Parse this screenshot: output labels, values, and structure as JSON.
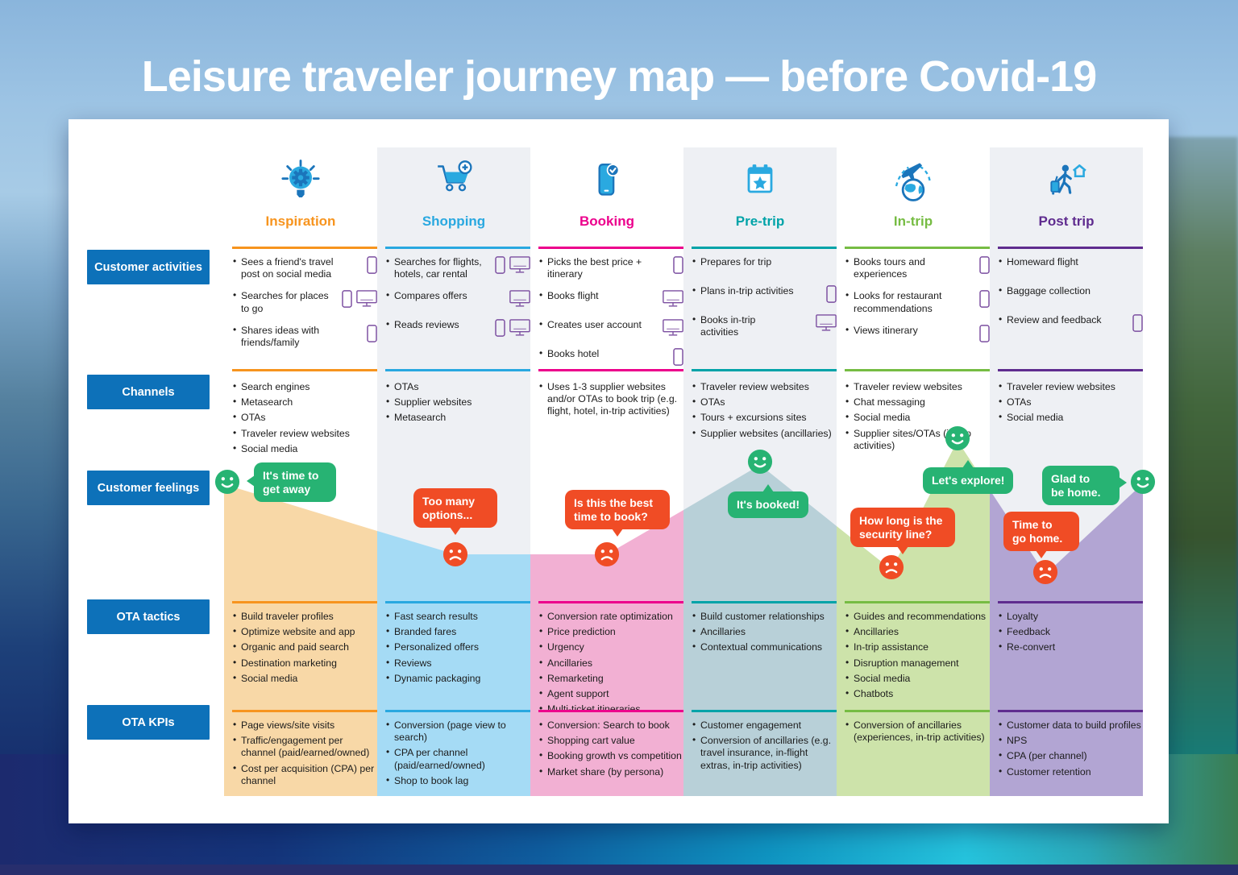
{
  "title": "Leisure traveler journey map — before Covid-19",
  "row_labels": {
    "activities": "Customer activities",
    "channels": "Channels",
    "feelings": "Customer feelings",
    "tactics": "OTA tactics",
    "kpis": "OTA KPIs"
  },
  "colors": {
    "label_bg": "#0d71b9",
    "happy": "#27b373",
    "sad": "#f04c25",
    "device_icon": "#7b4ea0",
    "column_alt_bg": "#eef0f4",
    "icon_dark_blue": "#1b75bb",
    "icon_light_blue": "#2aa9e0"
  },
  "stages": [
    {
      "name": "Inspiration",
      "icon": "lightbulb-gear-icon",
      "colors": {
        "accent": "#f7941e",
        "band": "#f8d8a7"
      },
      "activities": [
        {
          "text": "Sees a friend's travel post on social media",
          "devices": [
            "phone"
          ]
        },
        {
          "text": "Searches for places to go",
          "devices": [
            "phone",
            "desktop"
          ]
        },
        {
          "text": "Shares ideas with friends/family",
          "devices": [
            "phone"
          ]
        }
      ],
      "channels": [
        "Search engines",
        "Metasearch",
        "OTAs",
        "Traveler review websites",
        "Social media"
      ],
      "tactics": [
        "Build traveler profiles",
        "Optimize website and app",
        "Organic and paid search",
        "Destination marketing",
        "Social media"
      ],
      "kpis": [
        "Page views/site visits",
        "Traffic/engagement per channel (paid/earned/owned)",
        "Cost per acquisition (CPA) per channel"
      ]
    },
    {
      "name": "Shopping",
      "icon": "shopping-cart-icon",
      "colors": {
        "accent": "#29a8e0",
        "band": "#a5dbf5"
      },
      "activities": [
        {
          "text": "Searches for flights, hotels, car rental",
          "devices": [
            "phone",
            "desktop"
          ]
        },
        {
          "text": "Compares offers",
          "devices": [
            "desktop"
          ]
        },
        {
          "text": "Reads reviews",
          "devices": [
            "phone",
            "desktop"
          ]
        }
      ],
      "channels": [
        "OTAs",
        "Supplier websites",
        "Metasearch"
      ],
      "tactics": [
        "Fast search results",
        "Branded fares",
        "Personalized offers",
        "Reviews",
        "Dynamic packaging"
      ],
      "kpis": [
        "Conversion (page view to search)",
        "CPA per channel (paid/earned/owned)",
        "Shop to book lag"
      ]
    },
    {
      "name": "Booking",
      "icon": "phone-check-icon",
      "colors": {
        "accent": "#ec008c",
        "band": "#f2b0d3"
      },
      "activities": [
        {
          "text": "Picks the best price + itinerary",
          "devices": [
            "phone"
          ]
        },
        {
          "text": "Books flight",
          "devices": [
            "desktop"
          ]
        },
        {
          "text": "Creates user account",
          "devices": [
            "desktop"
          ]
        },
        {
          "text": "Books hotel",
          "devices": [
            "phone"
          ]
        }
      ],
      "channels": [
        "Uses 1-3 supplier websites and/or OTAs to book trip (e.g. flight, hotel, in-trip activities)"
      ],
      "tactics": [
        "Conversion rate optimization",
        "Price prediction",
        "Urgency",
        "Ancillaries",
        "Remarketing",
        "Agent support",
        "Multi-ticket itineraries"
      ],
      "kpis": [
        "Conversion: Search to book",
        "Shopping cart value",
        "Booking growth vs competition",
        "Market share (by persona)"
      ]
    },
    {
      "name": "Pre-trip",
      "icon": "calendar-star-icon",
      "colors": {
        "accent": "#00a3a8",
        "band": "#b8d0d8"
      },
      "activities": [
        {
          "text": "Prepares for trip",
          "devices": []
        },
        {
          "text": "Plans in-trip activities",
          "devices": [
            "phone"
          ]
        },
        {
          "text": "Books in-trip activities",
          "devices": [
            "desktop"
          ]
        }
      ],
      "channels": [
        "Traveler review websites",
        "OTAs",
        "Tours + excursions sites",
        "Supplier websites (ancillaries)"
      ],
      "tactics": [
        "Build customer relationships",
        "Ancillaries",
        "Contextual communications"
      ],
      "kpis": [
        "Customer engagement",
        "Conversion of ancillaries (e.g. travel insurance, in-flight extras, in-trip activities)"
      ]
    },
    {
      "name": "In-trip",
      "icon": "plane-globe-icon",
      "colors": {
        "accent": "#76bc43",
        "band": "#cde3aa"
      },
      "activities": [
        {
          "text": "Books tours and experiences",
          "devices": [
            "phone"
          ]
        },
        {
          "text": "Looks for restaurant recommendations",
          "devices": [
            "phone"
          ]
        },
        {
          "text": "Views itinerary",
          "devices": [
            "phone"
          ]
        }
      ],
      "channels": [
        "Traveler review websites",
        "Chat messaging",
        "Social media",
        "Supplier sites/OTAs (in-trip activities)"
      ],
      "tactics": [
        "Guides and recommendations",
        "Ancillaries",
        "In-trip assistance",
        "Disruption management",
        "Social media",
        "Chatbots"
      ],
      "kpis": [
        "Conversion of ancillaries (experiences, in-trip activities)"
      ]
    },
    {
      "name": "Post trip",
      "icon": "traveler-home-icon",
      "colors": {
        "accent": "#5f2c8f",
        "band": "#b2a5d3"
      },
      "activities": [
        {
          "text": "Homeward flight",
          "devices": []
        },
        {
          "text": "Baggage collection",
          "devices": []
        },
        {
          "text": "Review and feedback",
          "devices": [
            "phone"
          ]
        }
      ],
      "channels": [
        "Traveler review websites",
        "OTAs",
        "Social media"
      ],
      "tactics": [
        "Loyalty",
        "Feedback",
        "Re-convert"
      ],
      "kpis": [
        "Customer data to build profiles",
        "NPS",
        "CPA (per channel)",
        "Customer retention"
      ]
    }
  ],
  "feelings": [
    {
      "stage": "Inspiration",
      "mood": "happy",
      "bubble": "It's time to\nget away"
    },
    {
      "stage": "Shopping",
      "mood": "sad",
      "bubble": "Too many\noptions..."
    },
    {
      "stage": "Booking",
      "mood": "sad",
      "bubble": "Is this the best\ntime to book?"
    },
    {
      "stage": "Pre-trip",
      "mood": "happy",
      "bubble": "It's booked!"
    },
    {
      "stage": "In-trip",
      "mood": "sad",
      "bubble": "How long is the\nsecurity line?"
    },
    {
      "stage": "In-trip",
      "mood": "happy",
      "bubble": "Let's explore!"
    },
    {
      "stage": "Post trip",
      "mood": "sad",
      "bubble": "Time to\ngo home."
    },
    {
      "stage": "Post trip",
      "mood": "happy",
      "bubble": "Glad to\nbe home."
    }
  ]
}
